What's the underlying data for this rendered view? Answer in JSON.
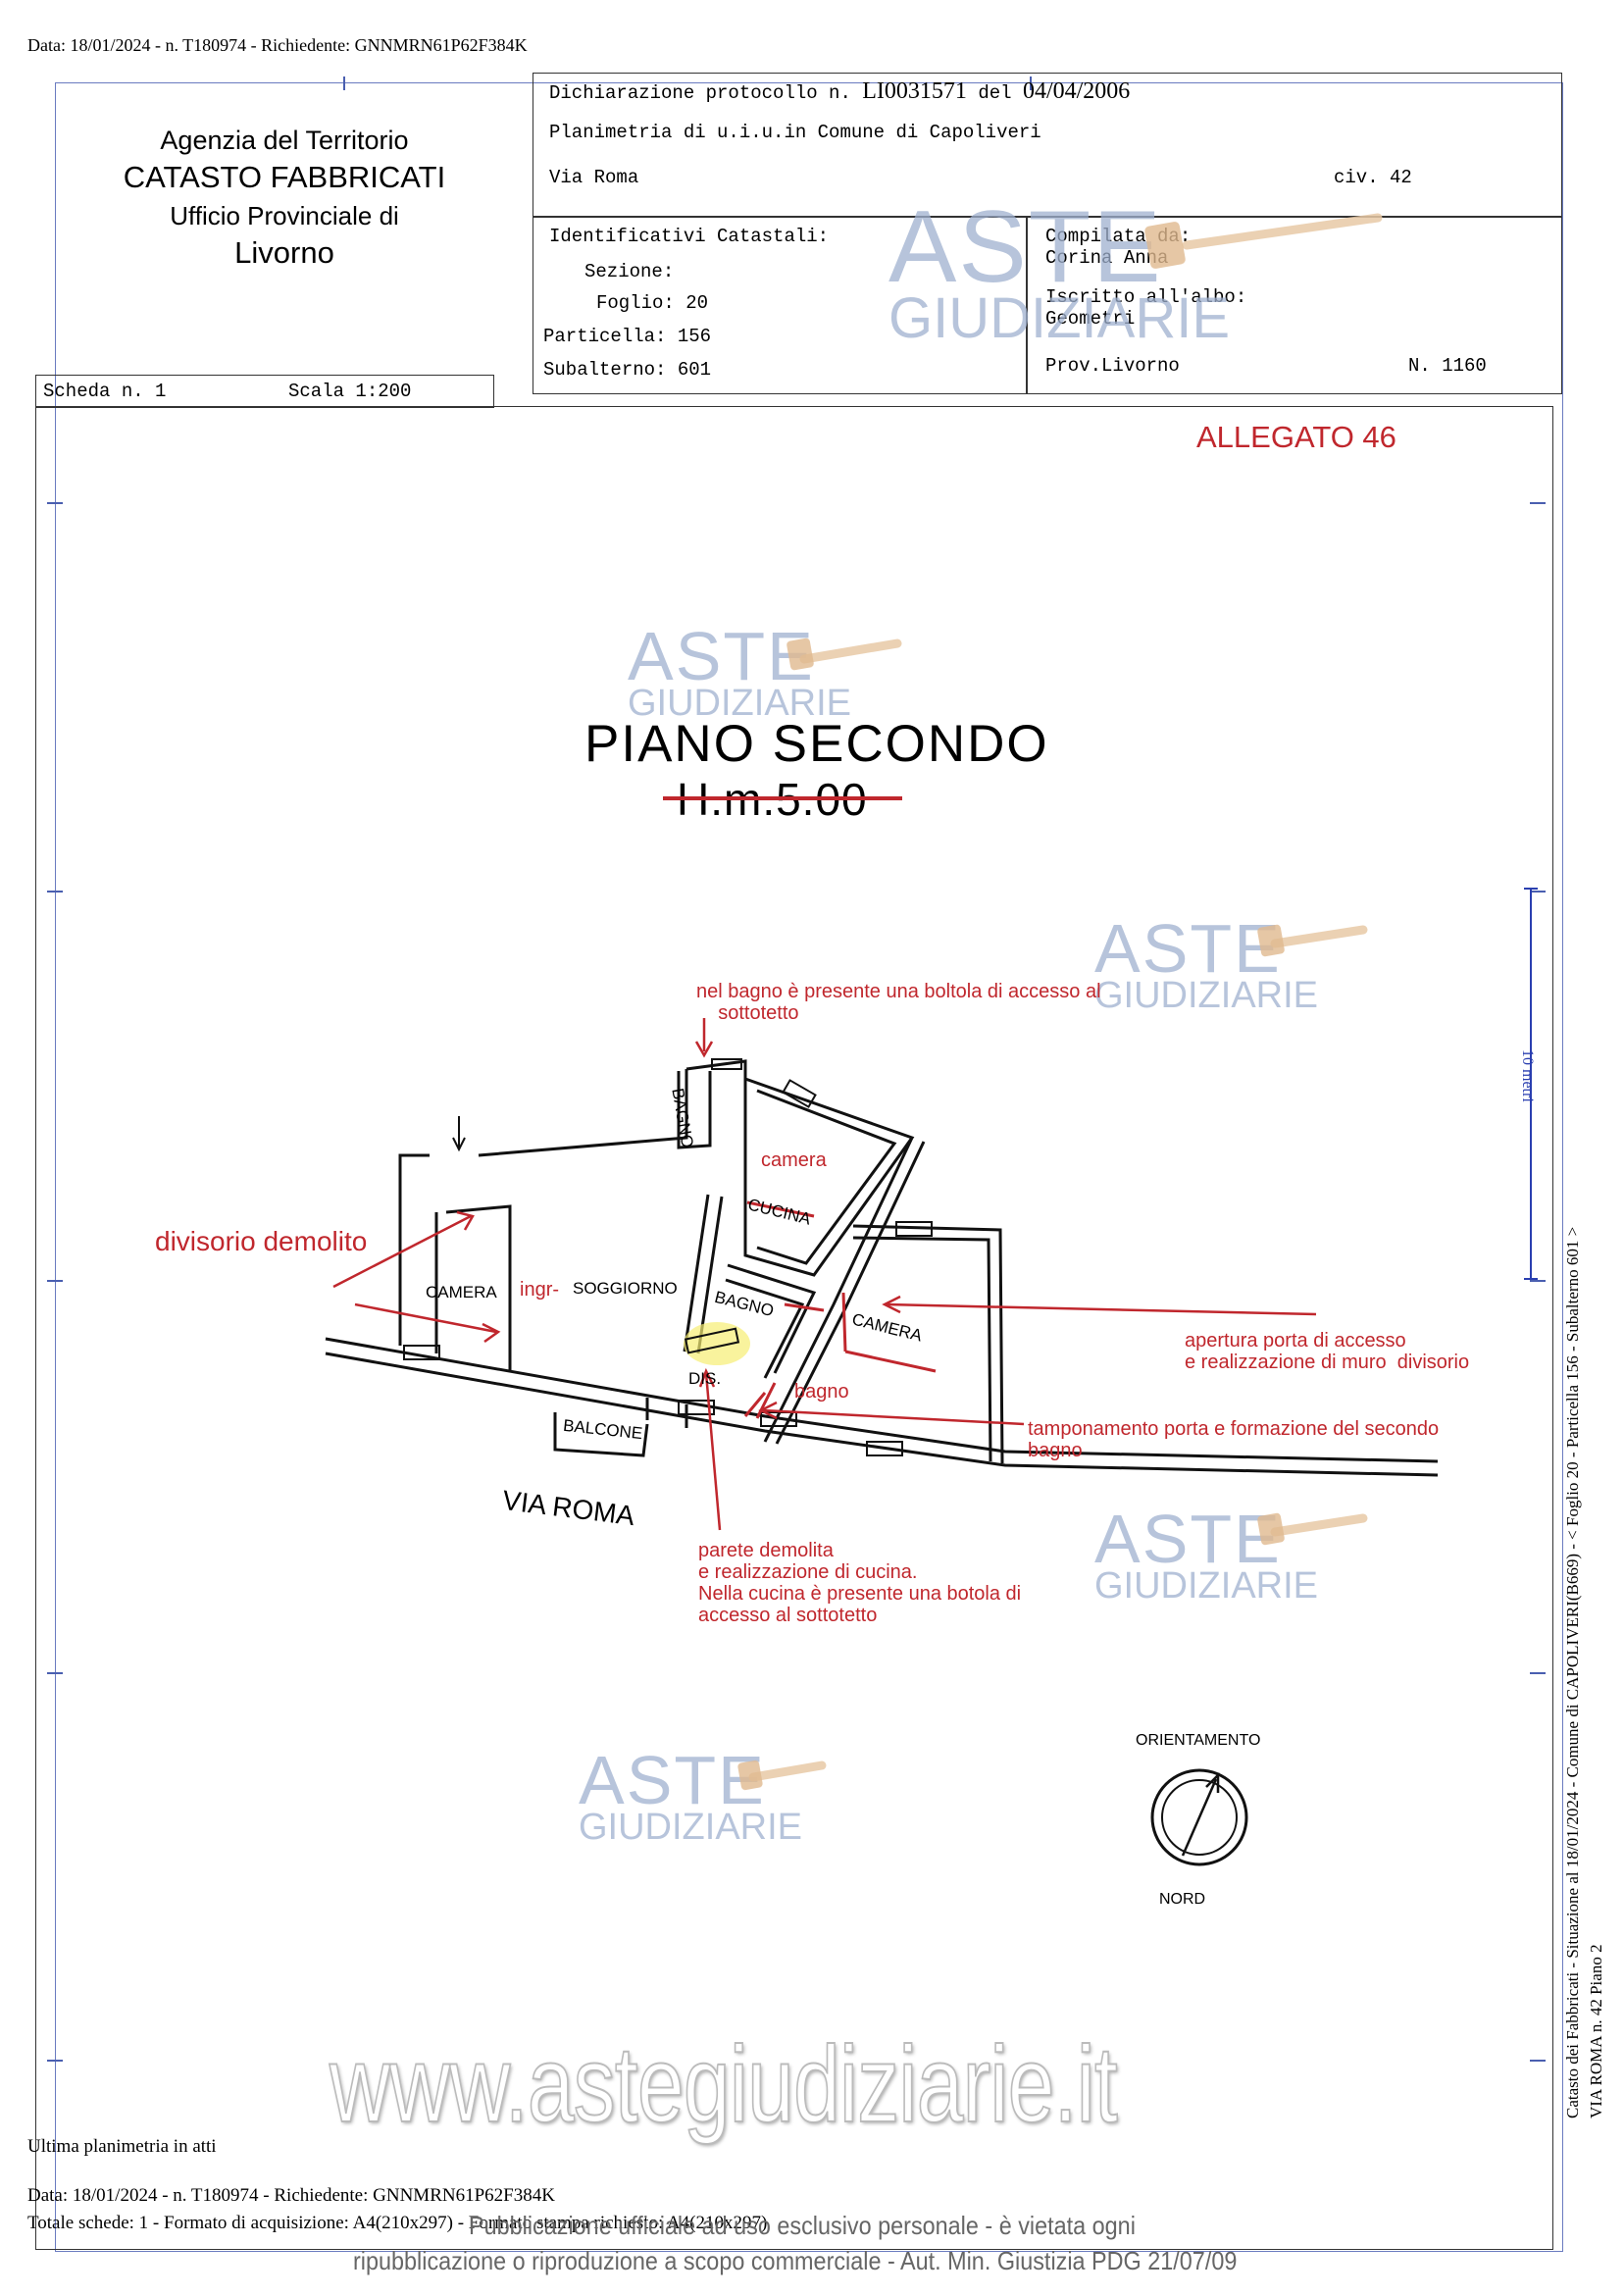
{
  "header_line": "Data: 18/01/2024 - n. T180974 - Richiedente: GNNMRN61P62F384K",
  "agency": {
    "line1": "Agenzia del Territorio",
    "line2": "CATASTO FABBRICATI",
    "line3": "Ufficio Provinciale di",
    "line4": "Livorno"
  },
  "declaration": {
    "label": "Dichiarazione protocollo n.",
    "number": "LI0031571",
    "del": "del",
    "date": "04/04/2006",
    "planimetria": "Planimetria di u.i.u.in Comune di Capoliveri",
    "street": "Via Roma",
    "civ": "civ. 42"
  },
  "identifiers": {
    "title": "Identificativi Catastali:",
    "sezione": "Sezione:",
    "foglio": "Foglio: 20",
    "particella": "Particella: 156",
    "subalterno": "Subalterno: 601"
  },
  "compiler": {
    "compilata": "Compilata da:",
    "name": "Corina Anna",
    "iscritto": "Iscritto all'albo:",
    "albo": "Geometri",
    "prov": "Prov.Livorno",
    "n": "N.  1160"
  },
  "scheda": "Scheda n. 1",
  "scala": "Scala 1:200",
  "allegato": "ALLEGATO 46",
  "plan": {
    "title": "PIANO SECONDO",
    "height": "H.m.5.00",
    "street": "VIA ROMA",
    "rooms": {
      "bagno_top": "BAGNO",
      "camera_left": "CAMERA",
      "soggiorno": "SOGGIORNO",
      "cucina": "CUCINA",
      "bagno_mid": "BAGNO",
      "camera_right": "CAMERA",
      "dis": "DIS.",
      "balcone": "BALCONE"
    }
  },
  "annotations": {
    "botola": "nel bagno è presente una boltola di accesso al\n    sottotetto",
    "camera": "camera",
    "divisorio": "divisorio demolito",
    "ingr": "ingr-",
    "apertura": "apertura porta di accesso\ne realizzazione di muro  divisorio",
    "bagno": "bagno",
    "tamponamento": "tamponamento porta e formazione del secondo\nbagno",
    "parete": "parete demolita\ne realizzazione di cucina.\nNella cucina è presente una botola di\naccesso al sottotetto"
  },
  "orientation": {
    "title": "ORIENTAMENTO",
    "nord": "NORD"
  },
  "side_text": {
    "line1": "Catasto dei Fabbricati - Situazione al 18/01/2024 - Comune di CAPOLIVERI(B669) - < Foglio 20 - Particella  156 - Subalterno 601 >",
    "line2": "VIA ROMA n. 42 Piano 2",
    "line3": "10 metri"
  },
  "watermark": {
    "aste": "ASTE",
    "giudiziarie": "GIUDIZIARIE",
    "url": "www.astegiudiziarie.it"
  },
  "footer": {
    "ultima": "Ultima planimetria in atti",
    "data": "Data: 18/01/2024 - n. T180974 - Richiedente: GNNMRN61P62F384K",
    "totale": "Totale schede: 1 - Formato di acquisizione: A4(210x297) - Formato stampa richiesto: A4(210x297)",
    "pubblicazione1": "Pubblicazione ufficiale ad uso esclusivo personale - è vietata ogni",
    "pubblicazione2": "ripubblicazione o riproduzione a scopo commerciale - Aut. Min. Giustizia PDG 21/07/09"
  }
}
